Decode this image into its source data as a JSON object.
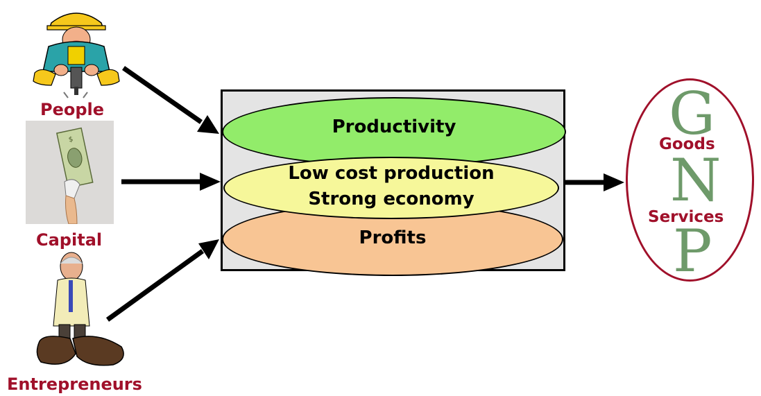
{
  "inputs": {
    "people_label": "People",
    "capital_label": "Capital",
    "entrepreneurs_label": "Entrepreneurs"
  },
  "process": {
    "productivity": "Productivity",
    "low_cost_line1": "Low cost production",
    "low_cost_line2": "Strong economy",
    "profits": "Profits"
  },
  "output": {
    "letter_g": "G",
    "goods": "Goods",
    "letter_n": "N",
    "services": "Services",
    "letter_p": "P"
  },
  "colors": {
    "label_red": "#a0102a",
    "productivity_fill": "#92ec6a",
    "low_cost_fill": "#f6f79a",
    "profits_fill": "#f8c594",
    "gnp_letter": "#6e9a6a",
    "box_fill": "#e4e4e4"
  },
  "icons": [
    "worker-with-jackhammer-icon",
    "hand-holding-dollar-icon",
    "old-man-in-big-shoes-icon"
  ]
}
